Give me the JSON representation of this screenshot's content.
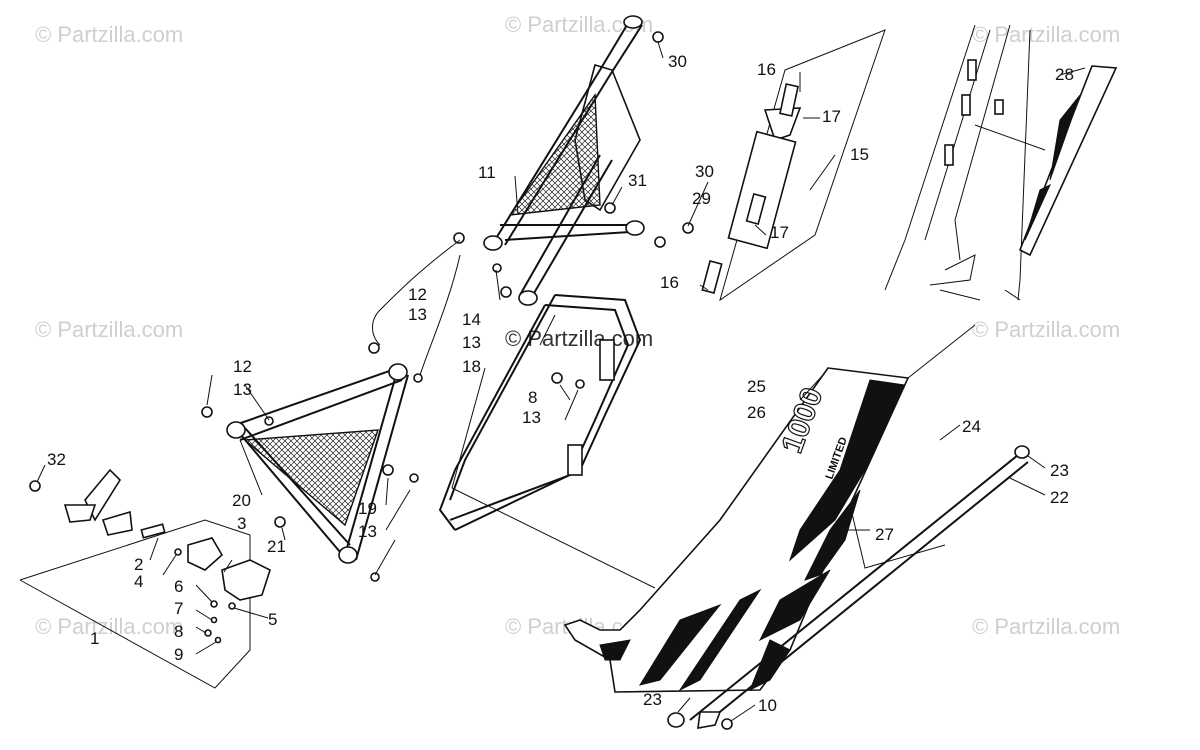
{
  "watermarks": {
    "copyright_text": "© Partzilla.com",
    "center_text": "© Partzilla.com"
  },
  "decal_text": {
    "main": "1000",
    "sub": "LIMITED"
  },
  "callouts": [
    {
      "id": "c1",
      "label": "1"
    },
    {
      "id": "c2",
      "label": "2"
    },
    {
      "id": "c3",
      "label": "3"
    },
    {
      "id": "c4",
      "label": "4"
    },
    {
      "id": "c5",
      "label": "5"
    },
    {
      "id": "c6",
      "label": "6"
    },
    {
      "id": "c7",
      "label": "7"
    },
    {
      "id": "c8a",
      "label": "8"
    },
    {
      "id": "c8b",
      "label": "8"
    },
    {
      "id": "c9",
      "label": "9"
    },
    {
      "id": "c10",
      "label": "10"
    },
    {
      "id": "c11",
      "label": "11"
    },
    {
      "id": "c12a",
      "label": "12"
    },
    {
      "id": "c12b",
      "label": "12"
    },
    {
      "id": "c13a",
      "label": "13"
    },
    {
      "id": "c13b",
      "label": "13"
    },
    {
      "id": "c13c",
      "label": "13"
    },
    {
      "id": "c13d",
      "label": "13"
    },
    {
      "id": "c13e",
      "label": "13"
    },
    {
      "id": "c14",
      "label": "14"
    },
    {
      "id": "c15",
      "label": "15"
    },
    {
      "id": "c16a",
      "label": "16"
    },
    {
      "id": "c16b",
      "label": "16"
    },
    {
      "id": "c17a",
      "label": "17"
    },
    {
      "id": "c17b",
      "label": "17"
    },
    {
      "id": "c18",
      "label": "18"
    },
    {
      "id": "c19",
      "label": "19"
    },
    {
      "id": "c20",
      "label": "20"
    },
    {
      "id": "c21",
      "label": "21"
    },
    {
      "id": "c22",
      "label": "22"
    },
    {
      "id": "c23a",
      "label": "23"
    },
    {
      "id": "c23b",
      "label": "23"
    },
    {
      "id": "c24",
      "label": "24"
    },
    {
      "id": "c25",
      "label": "25"
    },
    {
      "id": "c26",
      "label": "26"
    },
    {
      "id": "c27",
      "label": "27"
    },
    {
      "id": "c28",
      "label": "28"
    },
    {
      "id": "c29",
      "label": "29"
    },
    {
      "id": "c30a",
      "label": "30"
    },
    {
      "id": "c30b",
      "label": "30"
    },
    {
      "id": "c31",
      "label": "31"
    },
    {
      "id": "c32",
      "label": "32"
    }
  ]
}
